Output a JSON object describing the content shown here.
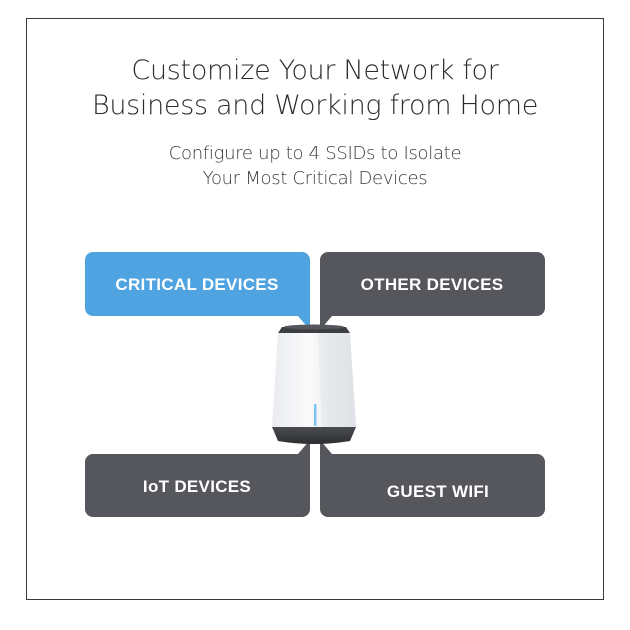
{
  "title": {
    "line1": "Customize Your Network for",
    "line2": "Business and Working from Home"
  },
  "subtitle": {
    "line1": "Configure up to 4 SSIDs to Isolate",
    "line2": "Your Most Critical Devices"
  },
  "network_groups": [
    {
      "label": "CRITICAL DEVICES",
      "color": "#4fa3e0"
    },
    {
      "label": "OTHER DEVICES",
      "color": "#55575c"
    },
    {
      "label": "IoT DEVICES",
      "color": "#55575c"
    },
    {
      "label": "GUEST WIFI",
      "color": "#55575c"
    }
  ],
  "device": {
    "icon": "mesh-router-icon",
    "body_color": "#f2f3f5",
    "base_color": "#3c3e42",
    "led_color": "#7cc4f2"
  }
}
